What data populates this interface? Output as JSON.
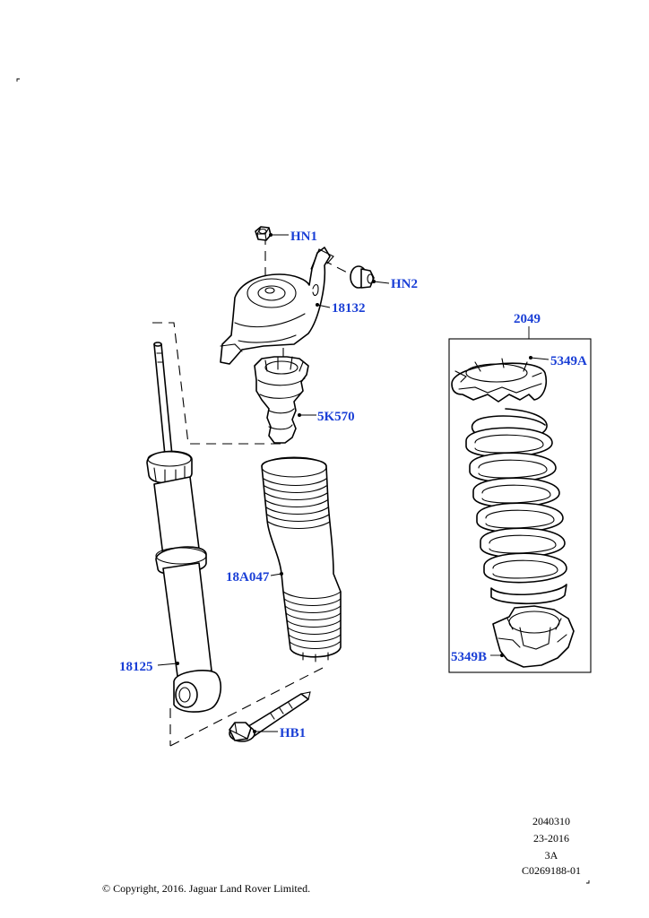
{
  "diagram": {
    "parts": [
      {
        "id": "hn1",
        "label": "HN1"
      },
      {
        "id": "hn2",
        "label": "HN2"
      },
      {
        "id": "mount",
        "label": "18132"
      },
      {
        "id": "bumper",
        "label": "5K570"
      },
      {
        "id": "boot",
        "label": "18A047"
      },
      {
        "id": "damper",
        "label": "18125"
      },
      {
        "id": "bolt",
        "label": "HB1"
      },
      {
        "id": "spring",
        "label": "2049"
      },
      {
        "id": "seat-upper",
        "label": "5349A"
      },
      {
        "id": "seat-lower",
        "label": "5349B"
      }
    ],
    "reference": {
      "line1": "2040310",
      "line2": "23-2016",
      "line3": "3A",
      "line4": "C0269188-01"
    },
    "copyright": "© Copyright, 2016. Jaguar Land Rover Limited."
  },
  "colors": {
    "callout": "#1a3fd6",
    "line": "#000000",
    "background": "#ffffff"
  }
}
